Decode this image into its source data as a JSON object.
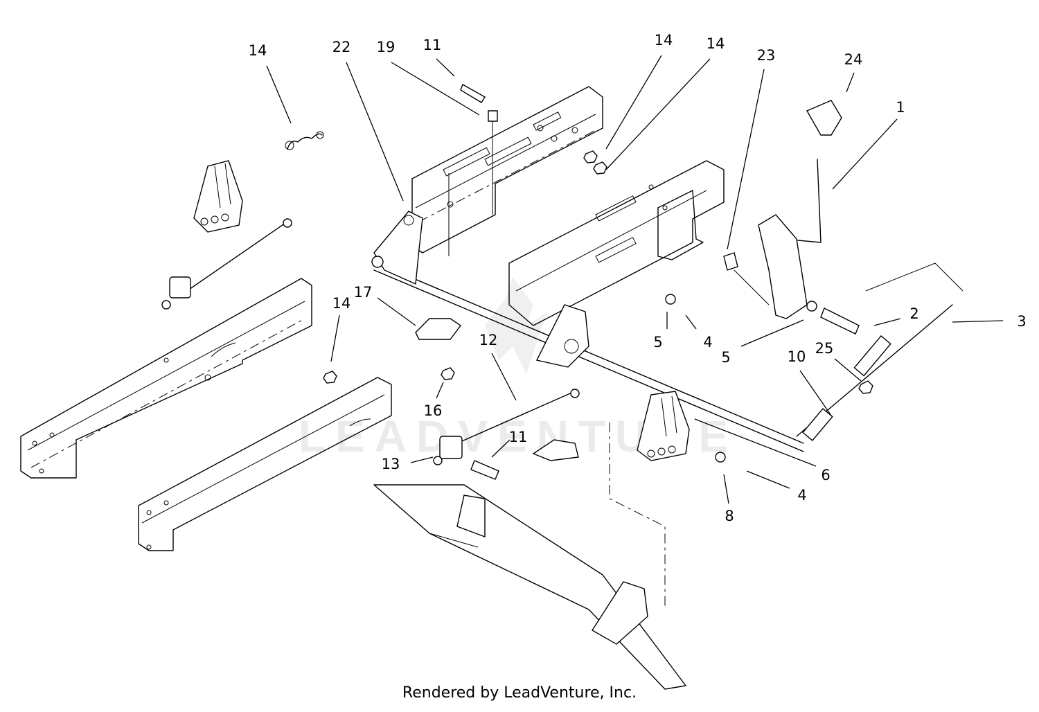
{
  "callouts": [
    {
      "id": "c1",
      "label": "1"
    },
    {
      "id": "c2",
      "label": "2"
    },
    {
      "id": "c3",
      "label": "3"
    },
    {
      "id": "c4a",
      "label": "4"
    },
    {
      "id": "c4b",
      "label": "4"
    },
    {
      "id": "c5a",
      "label": "5"
    },
    {
      "id": "c5b",
      "label": "5"
    },
    {
      "id": "c6",
      "label": "6"
    },
    {
      "id": "c8",
      "label": "8"
    },
    {
      "id": "c10",
      "label": "10"
    },
    {
      "id": "c11a",
      "label": "11"
    },
    {
      "id": "c11b",
      "label": "11"
    },
    {
      "id": "c12",
      "label": "12"
    },
    {
      "id": "c13",
      "label": "13"
    },
    {
      "id": "c14a",
      "label": "14"
    },
    {
      "id": "c14b",
      "label": "14"
    },
    {
      "id": "c14c",
      "label": "14"
    },
    {
      "id": "c14d",
      "label": "14"
    },
    {
      "id": "c16",
      "label": "16"
    },
    {
      "id": "c17",
      "label": "17"
    },
    {
      "id": "c19",
      "label": "19"
    },
    {
      "id": "c22",
      "label": "22"
    },
    {
      "id": "c23",
      "label": "23"
    },
    {
      "id": "c24",
      "label": "24"
    },
    {
      "id": "c25",
      "label": "25"
    }
  ],
  "watermark": "LEADVENTURE",
  "footer": "Rendered by LeadVenture, Inc."
}
